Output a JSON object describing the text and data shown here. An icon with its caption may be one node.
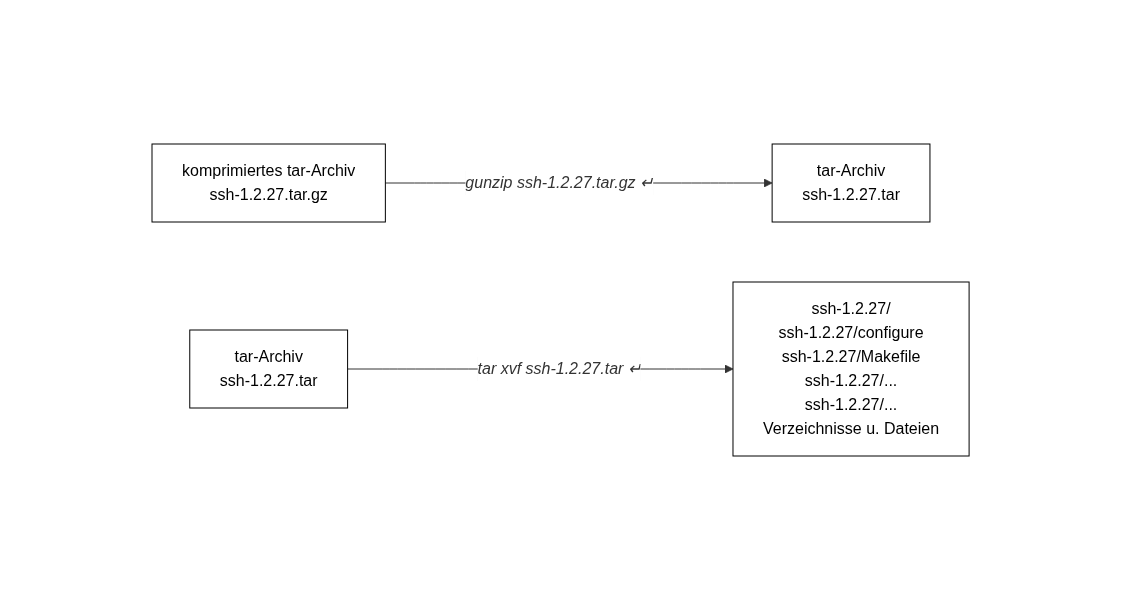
{
  "diagram": {
    "nodes": [
      {
        "text": [
          "komprimiertes tar-Archiv",
          "ssh-1.2.27.tar.gz"
        ]
      },
      {
        "text": [
          "tar-Archiv",
          "ssh-1.2.27.tar"
        ]
      },
      {
        "text": [
          "tar-Archiv",
          "ssh-1.2.27.tar"
        ]
      },
      {
        "text": [
          "ssh-1.2.27/",
          "ssh-1.2.27/configure",
          "ssh-1.2.27/Makefile",
          "ssh-1.2.27/...",
          "ssh-1.2.27/...",
          "Verzeichnisse u. Dateien"
        ]
      }
    ],
    "edges": [
      {
        "from": 0,
        "to": 1,
        "arrow": "to",
        "label": "gunzip ssh-1.2.27.tar.gz ↵"
      },
      {
        "from": 2,
        "to": 3,
        "arrow": "to",
        "label": "tar xvf ssh-1.2.27.tar ↵"
      }
    ]
  }
}
